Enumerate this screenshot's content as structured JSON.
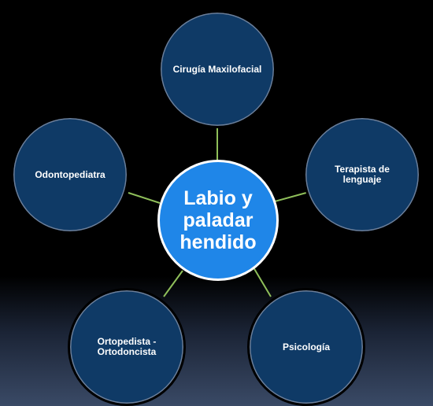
{
  "center": {
    "label": "Labio y paladar hendido"
  },
  "nodes": [
    {
      "id": "cirugia",
      "label": "Cirugía Maxilofacial"
    },
    {
      "id": "terapista",
      "label": "Terapista de lenguaje"
    },
    {
      "id": "psicologia",
      "label": "Psicología"
    },
    {
      "id": "ortopedista",
      "label": "Ortopedista - Ortodoncista"
    },
    {
      "id": "odontopediatra",
      "label": "Odontopediatra"
    }
  ],
  "colors": {
    "center_fill": "#1f86e8",
    "node_fill": "#0f3a66",
    "connector": "#8fbf5a"
  }
}
